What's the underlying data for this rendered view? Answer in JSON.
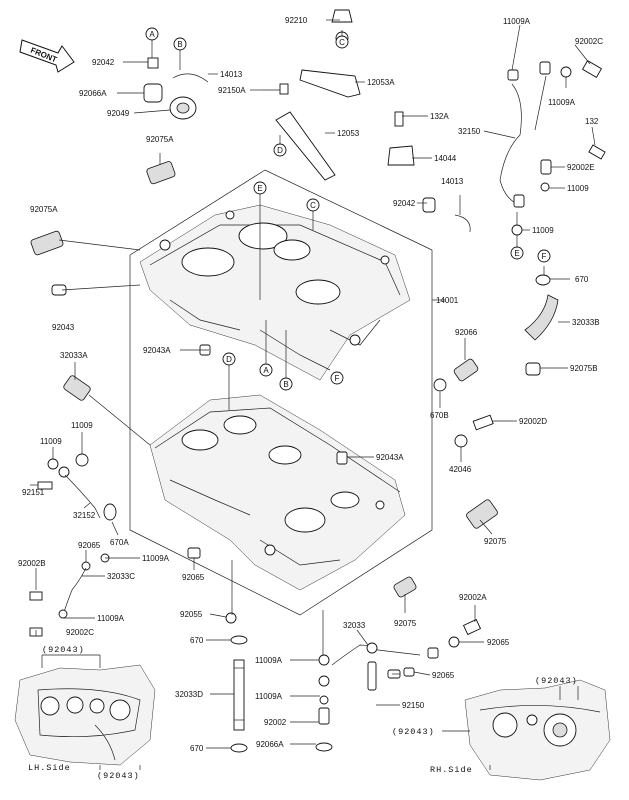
{
  "front_badge": "FRONT",
  "labels": {
    "p92042a": "92042",
    "p92066a": "92066A",
    "p92049": "92049",
    "p14013a": "14013",
    "p92075a1": "92075A",
    "p92210": "92210",
    "p12053a": "12053A",
    "p92150a": "92150A",
    "p12053": "12053",
    "p132a": "132A",
    "p14044": "14044",
    "p92042b": "92042",
    "p14013b": "14013",
    "p92075a2": "92075A",
    "p92043a": "92043",
    "p11009a1": "11009A",
    "p92002c1": "92002C",
    "p11009a2": "11009A",
    "p32150": "32150",
    "p132": "132",
    "p92002e": "92002E",
    "p11009b": "11009",
    "p11009c": "11009",
    "p670a": "670",
    "p14001": "14001",
    "p32033b": "32033B",
    "p92066": "92066",
    "p92075b": "92075B",
    "p32033a": "32033A",
    "p92043b": "92043A",
    "p670b": "670B",
    "p92002d": "92002D",
    "p11009d": "11009",
    "p11009e": "11009",
    "p92043c": "92043A",
    "p42046": "42046",
    "p92151": "92151",
    "p32152": "32152",
    "p670c": "670A",
    "p92075": "92075",
    "p92065a": "92065",
    "p11009a3": "11009A",
    "p92002b": "92002B",
    "p32033c": "32033C",
    "p92065b": "92065",
    "p11009a4": "11009A",
    "p92002c2": "92002C",
    "p92055": "92055",
    "p670d": "670",
    "p32033": "32033",
    "p92075c": "92075",
    "p92002a": "92002A",
    "p92065c": "92065",
    "p11009a5": "11009A",
    "p92065d": "92065",
    "p32033d": "32033D",
    "p11009a6": "11009A",
    "p92150": "92150",
    "p92002": "92002",
    "p670e": "670",
    "p92066b": "92066A"
  },
  "callouts": {
    "a1": "A",
    "b1": "B",
    "c1": "C",
    "d1": "D",
    "e1": "E",
    "c2": "C",
    "e2": "E",
    "f1": "F",
    "a2": "A",
    "b2": "B",
    "f2": "F",
    "d2": "D"
  },
  "insets": {
    "lh_ref_top": "(92043)",
    "lh_ref_bottom": "(92043)",
    "lh_caption": "LH.Side",
    "rh_ref_top": "(92043)",
    "rh_ref_left": "(92043)",
    "rh_caption": "RH.Side"
  }
}
